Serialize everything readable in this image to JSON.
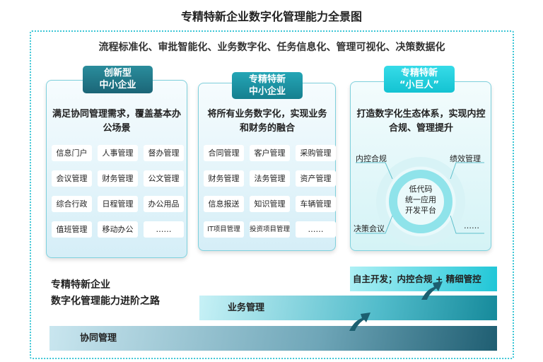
{
  "title": "专精特新企业数字化管理能力全景图",
  "subtitle": "流程标准化、审批智能化、业务数字化、任务信息化、管理可视化、决策数据化",
  "cards": [
    {
      "tab_line1": "创新型",
      "tab_line2": "中小企业",
      "desc": "满足协同管理需求，覆盖基本办公场景",
      "items": [
        "信息门户",
        "人事管理",
        "督办管理",
        "会议管理",
        "财务管理",
        "公文管理",
        "综合行政",
        "日程管理",
        "办公用品",
        "值班管理",
        "移动办公",
        "……"
      ]
    },
    {
      "tab_line1": "专精特新",
      "tab_line2": "中小企业",
      "desc": "将所有业务数字化，实现业务和财务的融合",
      "items": [
        "合同管理",
        "客户管理",
        "采购管理",
        "财务管理",
        "法务管理",
        "资产管理",
        "信息报送",
        "知识管理",
        "车辆管理",
        "IT项目管理",
        "投资项目管理",
        "……"
      ]
    },
    {
      "tab_line1": "专精特新",
      "tab_line2": "“小巨人”",
      "desc": "打造数字化生态体系，实现内控合规、管理提升",
      "center_line1": "低代码",
      "center_line2": "统一应用",
      "center_line3": "开发平台",
      "labels": [
        "内控合规",
        "绩效管理",
        "决策会议",
        "……"
      ]
    }
  ],
  "path": {
    "line1": "专精特新企业",
    "line2": "数字化管理能力进阶之路"
  },
  "stages": [
    "协同管理",
    "业务管理",
    "自主开发；内控合规 + 精细管控"
  ]
}
